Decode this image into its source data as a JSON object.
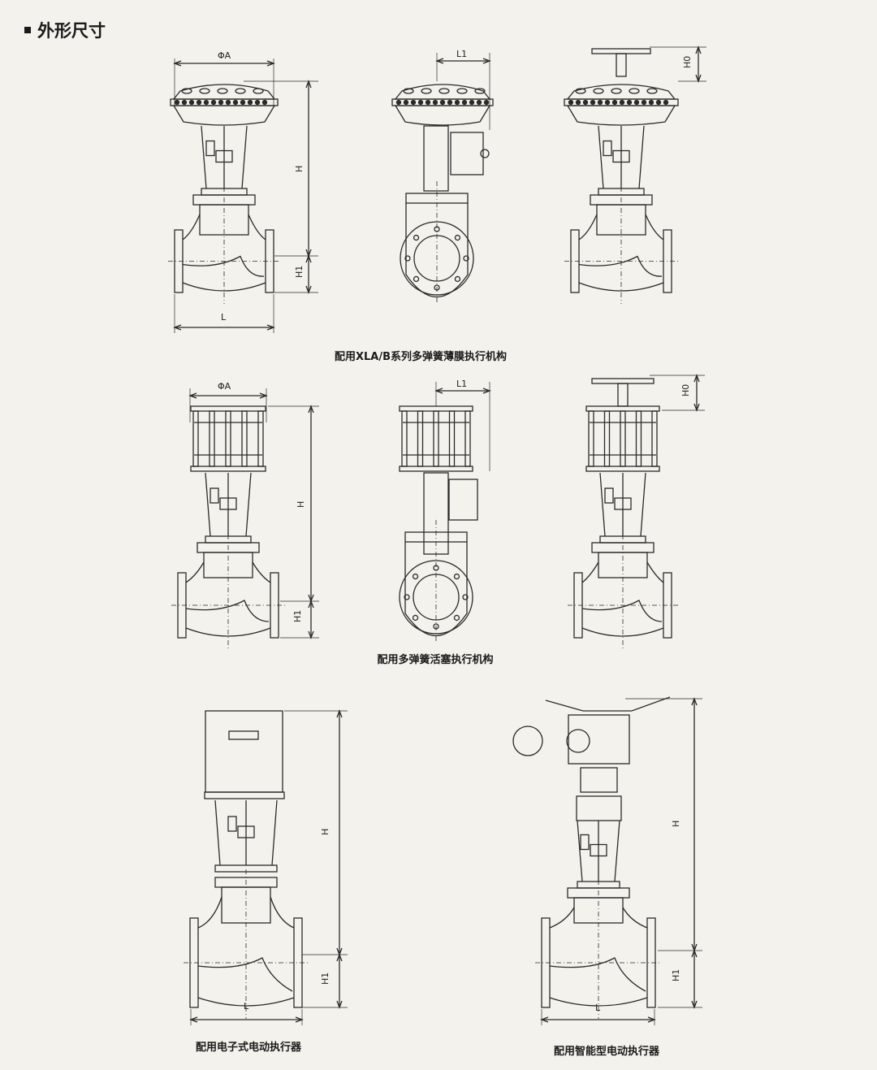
{
  "section": {
    "title": "外形尺寸"
  },
  "dimensions": {
    "phiA": "ΦA",
    "L1": "L1",
    "H0": "H0",
    "H": "H",
    "H1": "H1",
    "L": "L"
  },
  "captions": {
    "diaphragm": "配用XLA/B系列多弹簧薄膜执行机构",
    "piston": "配用多弹簧活塞执行机构",
    "electronic": "配用电子式电动执行器",
    "smart": "配用智能型电动执行器"
  },
  "colors": {
    "line": "#2a2a2a",
    "background": "#f3f2ed"
  }
}
